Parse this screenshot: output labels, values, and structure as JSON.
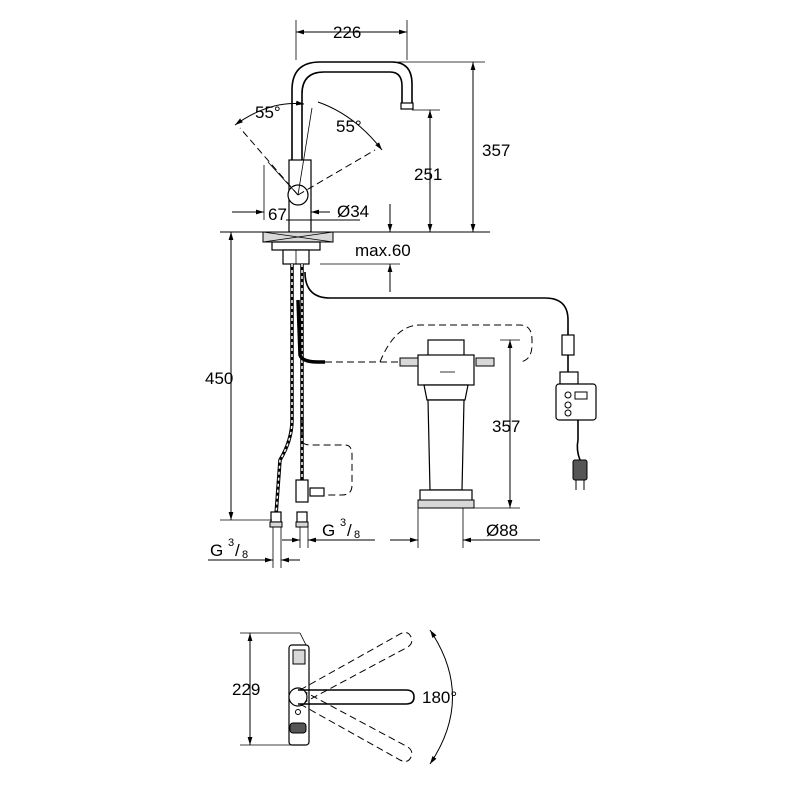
{
  "dimensions": {
    "spout_reach": "226",
    "total_height": "357",
    "spout_height": "251",
    "lever_angle_back": "55°",
    "lever_angle_front": "55°",
    "lever_offset": "67",
    "body_diameter": "Ø34",
    "deck_thickness": "max.60",
    "hose_length": "450",
    "thread_left": "G",
    "thread_left_num": "3",
    "thread_left_den": "8",
    "thread_right": "G",
    "thread_right_num": "3",
    "thread_right_den": "8",
    "filter_height": "357",
    "filter_diameter": "Ø88",
    "top_view_depth": "229",
    "swivel_angle": "180°"
  }
}
